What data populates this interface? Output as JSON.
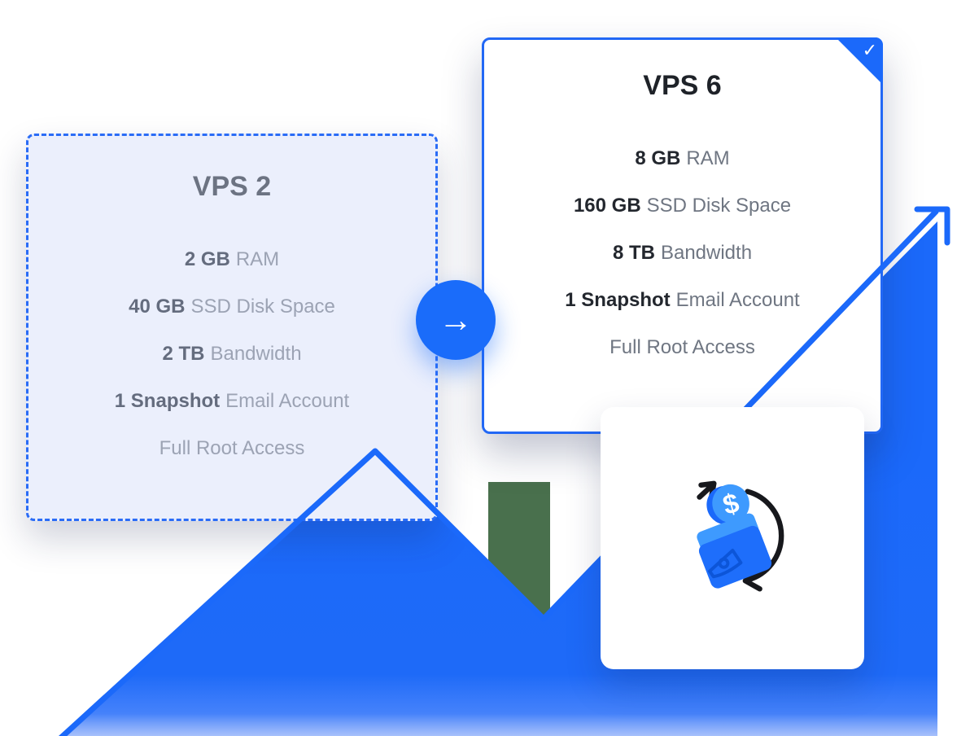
{
  "illustration": {
    "left_plan": {
      "title": "VPS 2",
      "features": [
        {
          "value": "2 GB",
          "label": "RAM"
        },
        {
          "value": "40 GB",
          "label": "SSD Disk Space"
        },
        {
          "value": "2 TB",
          "label": "Bandwidth"
        },
        {
          "value": "1 Snapshot",
          "label": "Email Account"
        },
        {
          "value": "",
          "label": "Full Root Access"
        }
      ]
    },
    "right_plan": {
      "title": "VPS 6",
      "selected_check": "✓",
      "features": [
        {
          "value": "8 GB",
          "label": "RAM"
        },
        {
          "value": "160 GB",
          "label": "SSD Disk Space"
        },
        {
          "value": "8 TB",
          "label": "Bandwidth"
        },
        {
          "value": "1 Snapshot",
          "label": "Email Account"
        },
        {
          "value": "",
          "label": "Full Root Access"
        }
      ]
    },
    "upgrade_arrow": {
      "glyph": "→"
    },
    "wallet_icon": {
      "dollar_glyph": "$"
    },
    "colors": {
      "accent_blue": "#1B69FA",
      "light_blue": "#3E9AFE",
      "left_card_bg": "#EBEFFC",
      "muted_green_block": "#49704D"
    }
  }
}
